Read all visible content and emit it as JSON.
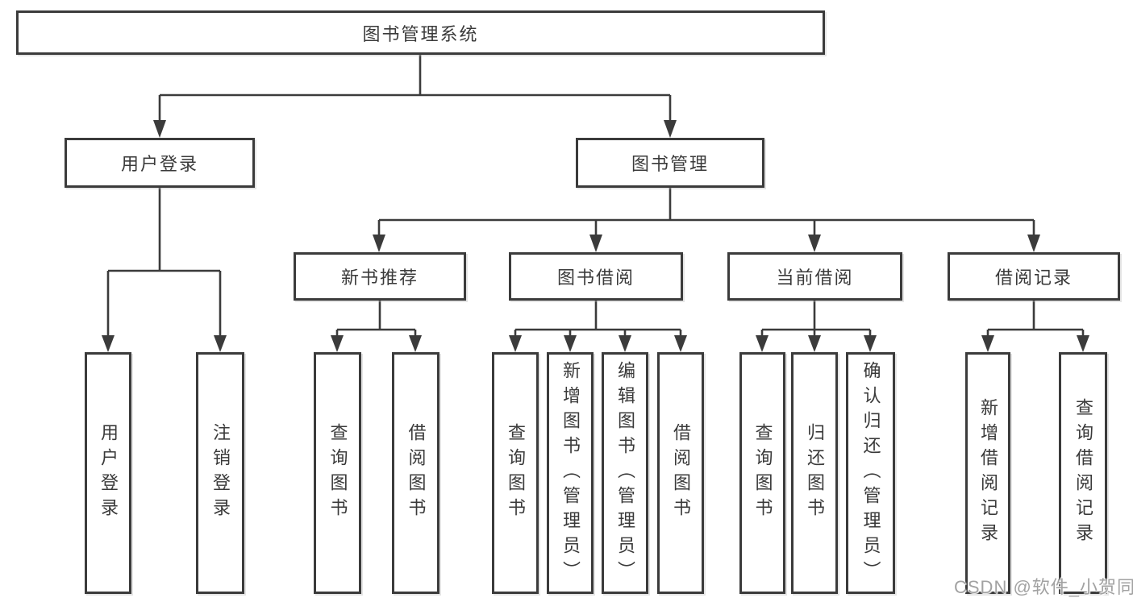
{
  "diagram": {
    "title": "图书管理系统",
    "root": {
      "label": "图书管理系统"
    },
    "level2": [
      {
        "id": "user-login",
        "label": "用户登录"
      },
      {
        "id": "book-management",
        "label": "图书管理"
      }
    ],
    "level3": [
      {
        "id": "new-book-recommend",
        "label": "新书推荐"
      },
      {
        "id": "book-borrow",
        "label": "图书借阅"
      },
      {
        "id": "current-borrow",
        "label": "当前借阅"
      },
      {
        "id": "borrow-record",
        "label": "借阅记录"
      }
    ],
    "leaves": {
      "user_login": [
        {
          "label": "用户登录"
        },
        {
          "label": "注销登录"
        }
      ],
      "new_book": [
        {
          "label": "查询图书"
        },
        {
          "label": "借阅图书"
        }
      ],
      "book_borrow": [
        {
          "label": "查询图书"
        },
        {
          "label": "新增图书（管理员）"
        },
        {
          "label": "编辑图书（管理员）"
        },
        {
          "label": "借阅图书"
        }
      ],
      "current_borrow": [
        {
          "label": "查询图书"
        },
        {
          "label": "归还图书"
        },
        {
          "label": "确认归还（管理员）"
        }
      ],
      "borrow_record": [
        {
          "label": "新增借阅记录"
        },
        {
          "label": "查询借阅记录"
        }
      ]
    }
  },
  "watermark": {
    "text": "CSDN @软件_小贺同学"
  },
  "colors": {
    "line": "#3b3b3b",
    "text": "#3a3a3a",
    "background": "#ffffff",
    "watermark": "#a2a2a2"
  }
}
